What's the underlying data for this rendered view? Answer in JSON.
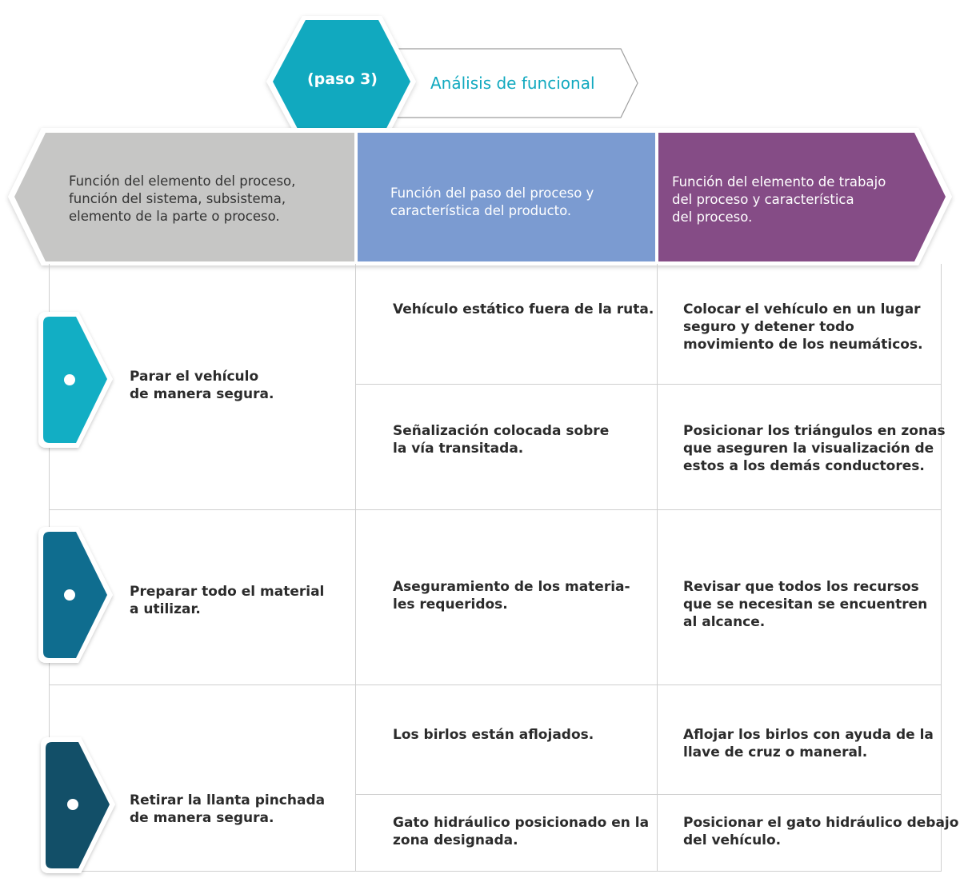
{
  "step": {
    "label": "(paso 3)",
    "title": "Análisis de funcional"
  },
  "headers": [
    {
      "lines": [
        "Función del elemento del proceso,",
        "función del sistema, subsistema,",
        "elemento de la parte o proceso."
      ],
      "color": "#c6c6c5"
    },
    {
      "lines": [
        "Función del paso del proceso y",
        "característica del producto."
      ],
      "color": "#7b9bd1"
    },
    {
      "lines": [
        "Función del elemento de trabajo",
        "del proceso y característica",
        "del proceso."
      ],
      "color": "#854c86"
    }
  ],
  "rows": [
    {
      "badge_color": "#12aec4",
      "element": [
        "Parar el vehículo",
        "de manera segura."
      ],
      "items": [
        {
          "step_fn": [
            "Vehículo estático fuera de la ruta."
          ],
          "work_fn": [
            "Colocar el vehículo en un lugar",
            "seguro y detener todo",
            "movimiento de los neumáticos."
          ]
        },
        {
          "step_fn": [
            "Señalización colocada sobre",
            "la vía transitada."
          ],
          "work_fn": [
            "Posicionar los triángulos en zonas",
            "que aseguren la visualización de",
            "estos a los demás conductores."
          ]
        }
      ]
    },
    {
      "badge_color": "#0f6d8f",
      "element": [
        "Preparar todo el material",
        "a utilizar."
      ],
      "items": [
        {
          "step_fn": [
            "Aseguramiento de los materia-",
            "les requeridos."
          ],
          "work_fn": [
            "Revisar que todos los recursos",
            "que se necesitan se encuentren",
            "al alcance."
          ]
        }
      ]
    },
    {
      "badge_color": "#124f68",
      "element": [
        "Retirar la llanta pinchada",
        "de manera segura."
      ],
      "items": [
        {
          "step_fn": [
            "Los birlos están aflojados."
          ],
          "work_fn": [
            "Aflojar los birlos con ayuda de la",
            "llave de cruz o maneral."
          ]
        },
        {
          "step_fn": [
            "Gato hidráulico posicionado en la",
            "zona designada."
          ],
          "work_fn": [
            "Posicionar el gato hidráulico debajo",
            "del vehículo."
          ]
        }
      ]
    }
  ],
  "colors": {
    "step_hex": "#11a9bf",
    "grid_line": "#cfcfcf"
  }
}
